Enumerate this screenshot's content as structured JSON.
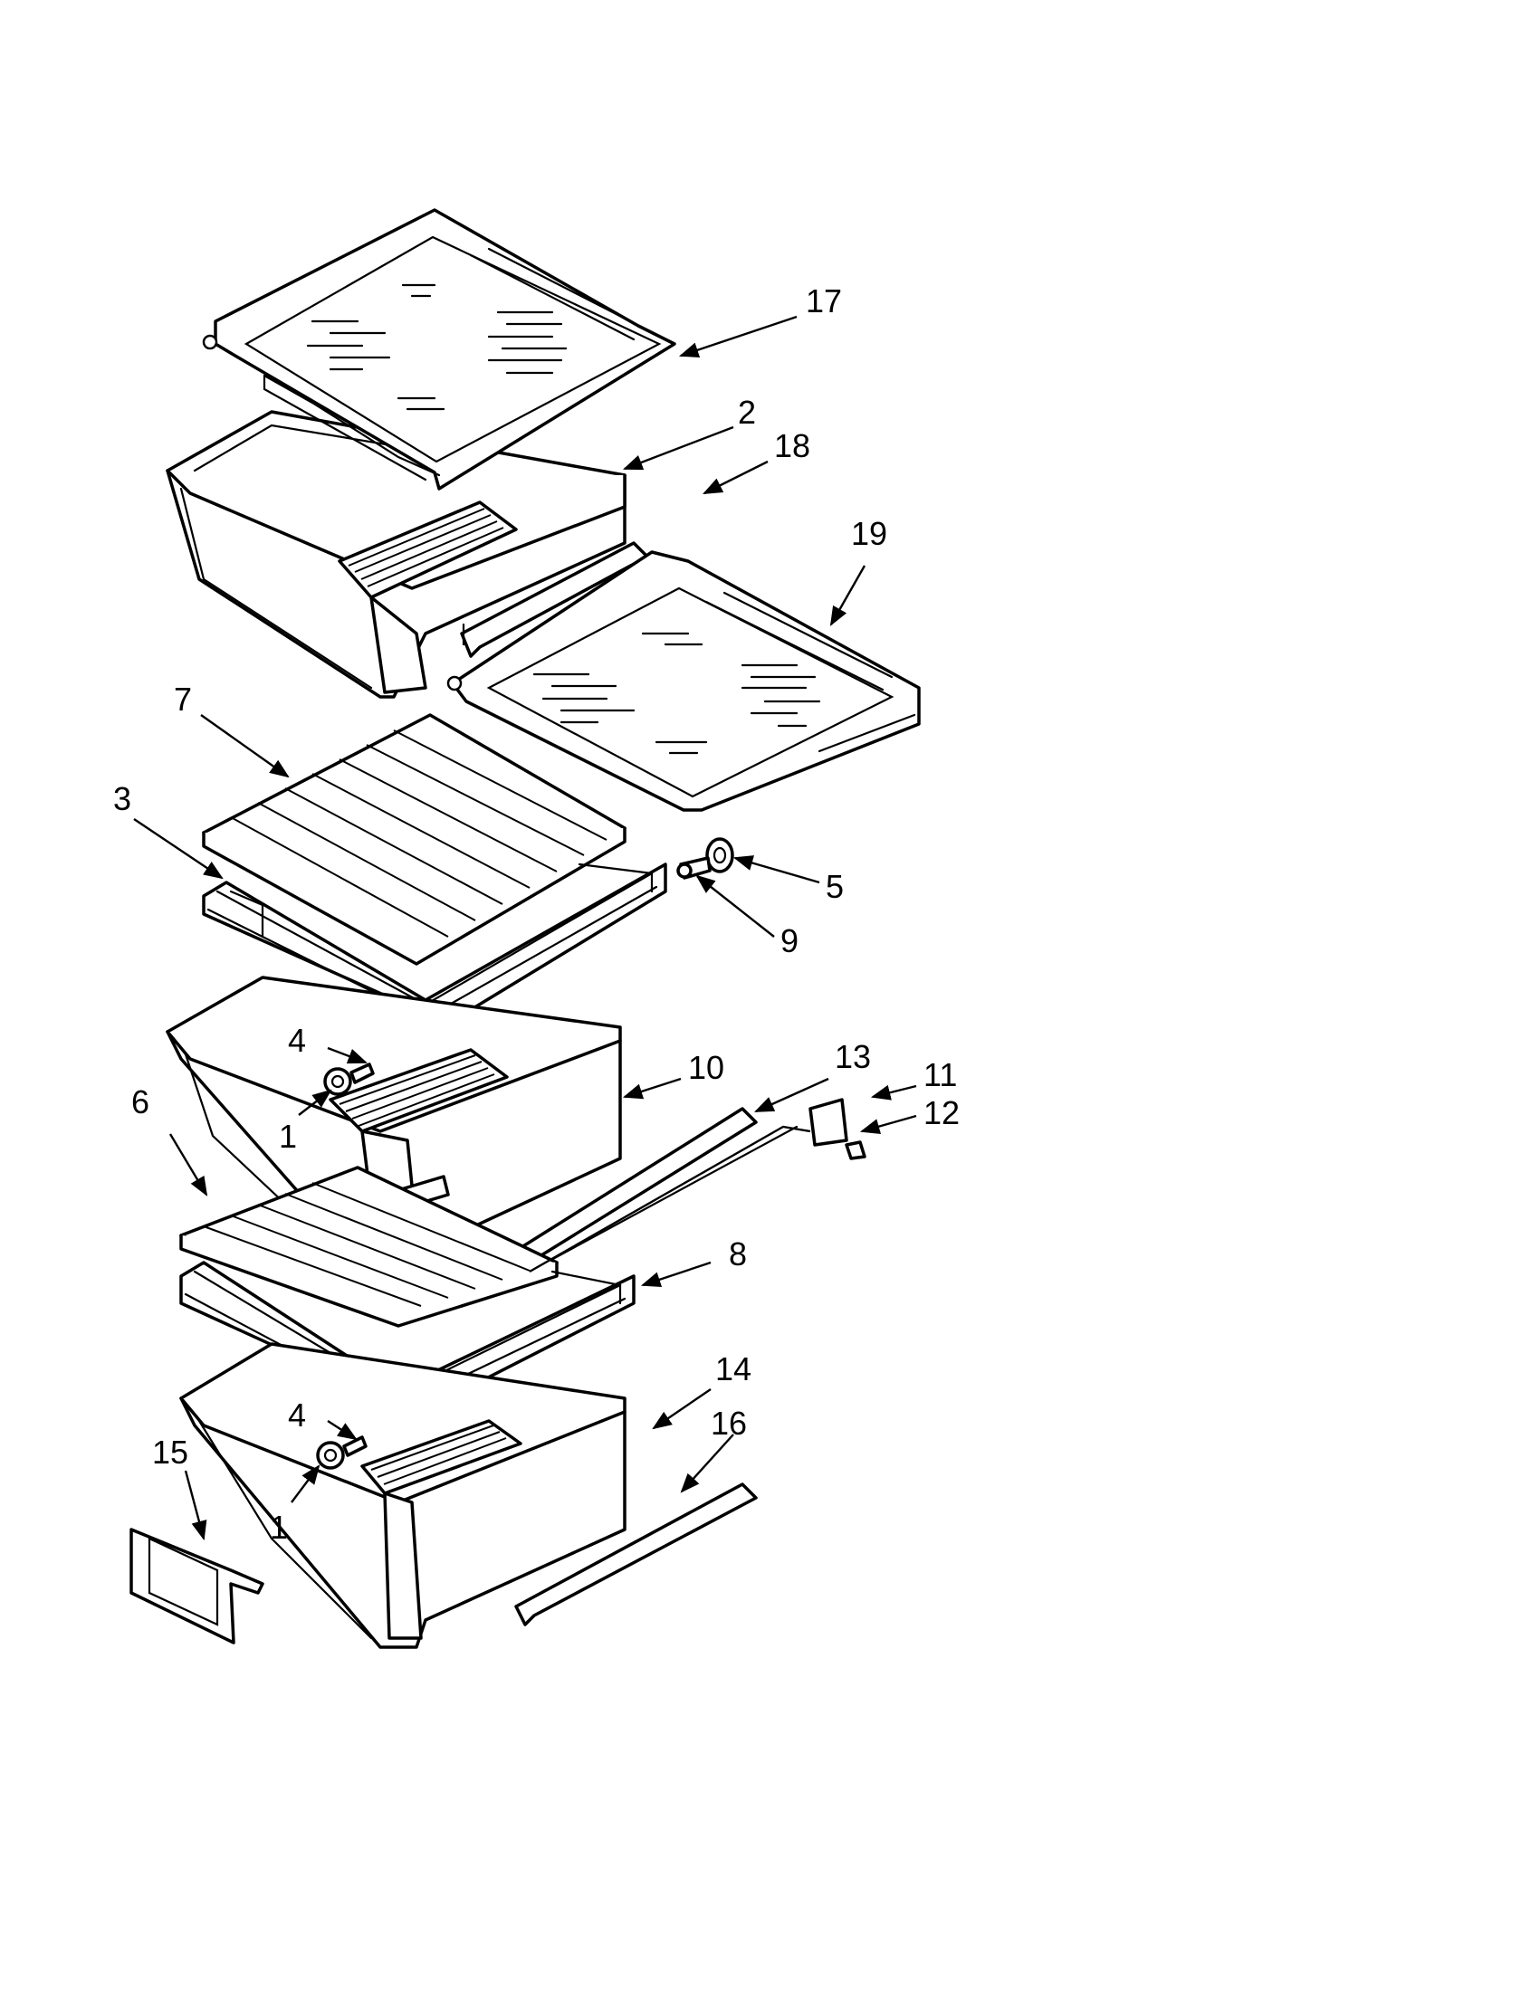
{
  "callouts": [
    "17",
    "2",
    "18",
    "19",
    "7",
    "3",
    "5",
    "9",
    "4",
    "10",
    "13",
    "11",
    "12",
    "1",
    "6",
    "8",
    "4",
    "14",
    "16",
    "15",
    "1"
  ]
}
